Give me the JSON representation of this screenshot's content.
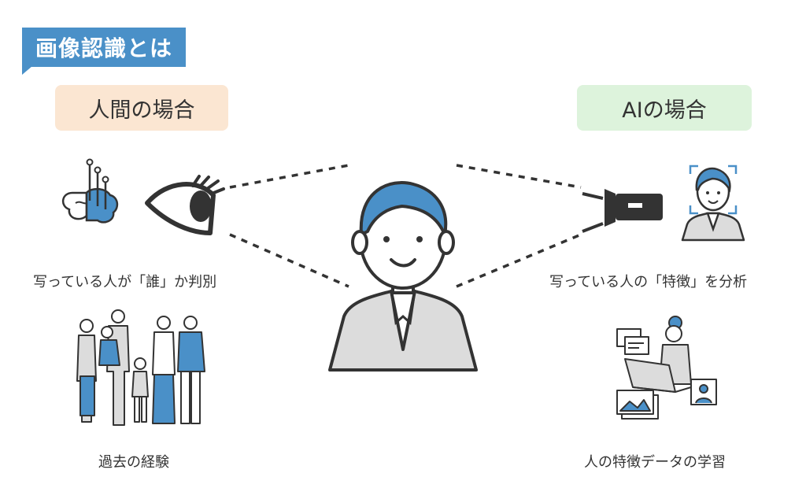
{
  "title": "画像認識とは",
  "human": {
    "heading": "人間の場合",
    "caption_identify": "写っている人が「誰」か判別",
    "caption_experience": "過去の経験"
  },
  "ai": {
    "heading": "AIの場合",
    "caption_analyze": "写っている人の「特徴」を分析",
    "caption_learning": "人の特徴データの学習"
  },
  "colors": {
    "title_bg": "#4a90c8",
    "human_pill": "#fbe6d2",
    "ai_pill": "#ddf3dc",
    "accent_blue": "#4a90c8",
    "line": "#333333"
  },
  "icons": [
    "brain-icon",
    "eye-icon",
    "person-icon",
    "flashlight-icon",
    "face-recognition-icon",
    "family-icon",
    "data-learning-icon"
  ]
}
